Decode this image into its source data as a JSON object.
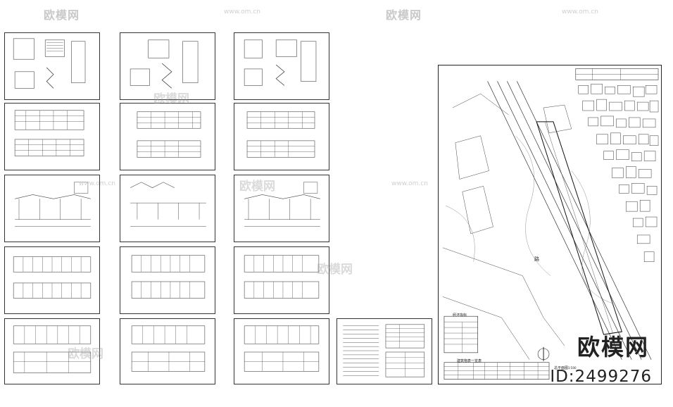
{
  "watermarks": {
    "brand_top": "欧模网",
    "url": "www.om.cn",
    "brand_mid": "欧模网"
  },
  "brand": {
    "name": "欧模网",
    "id": "ID:2499276"
  },
  "site_plan": {
    "indicator_title": "经济指标",
    "table_title": "建筑物表一览表",
    "plan_title": "总平面图",
    "scale": "1:500",
    "road_label": "路"
  },
  "colors": {
    "line": "#222222",
    "watermark": "#c9c9c9"
  }
}
